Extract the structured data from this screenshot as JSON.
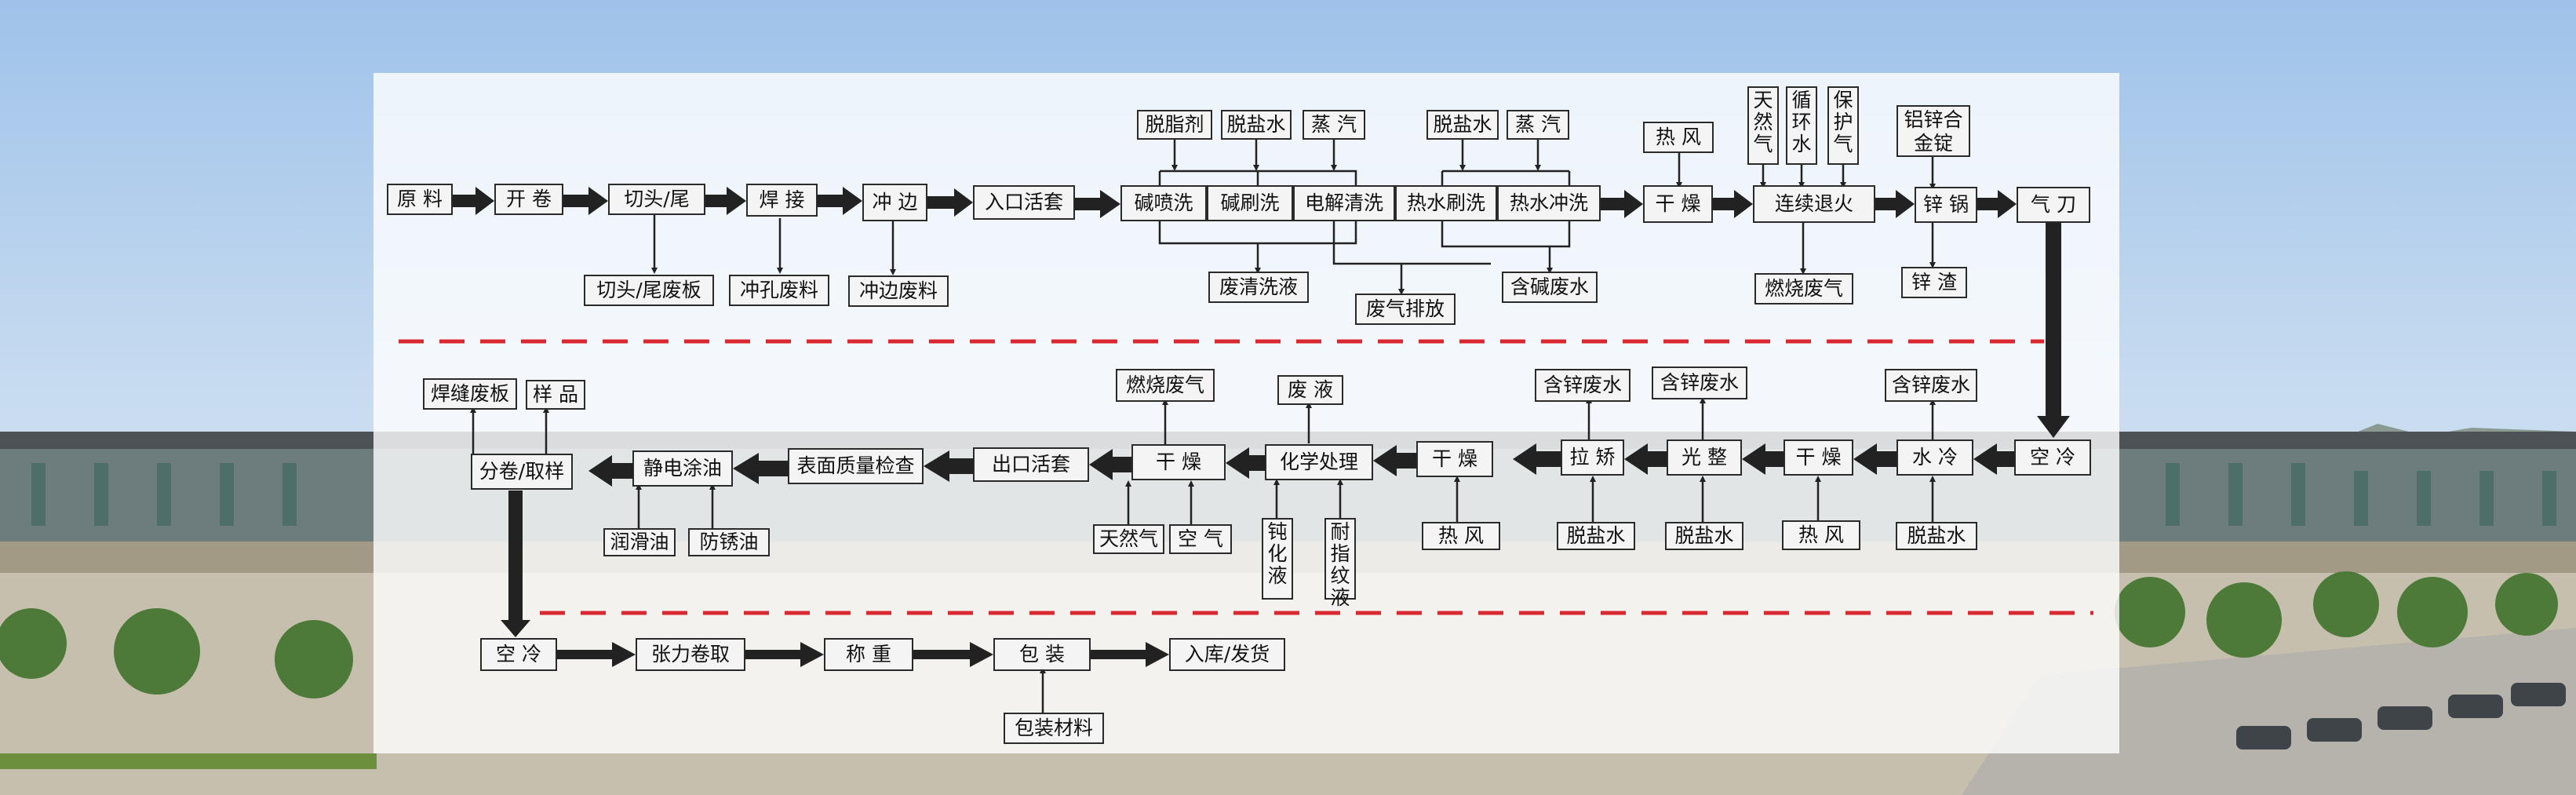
{
  "colors": {
    "flow_arrow": "#2a2a2a",
    "divider": "#d9282f",
    "panel": "#ffffff",
    "sky": "#bcd6ee"
  },
  "row1": {
    "raw": "原 料",
    "uncoil": "开 卷",
    "cut": "切头/尾",
    "weld": "焊 接",
    "punch": "冲 边",
    "entry_loop": "入口活套",
    "alk_spray": "碱喷洗",
    "alk_brush": "碱刷洗",
    "electro": "电解清洗",
    "hot_brush": "热水刷洗",
    "hot_rinse": "热水冲洗",
    "dry": "干 燥",
    "anneal": "连续退火",
    "zinc_pot": "锌 锅",
    "air_knife": "气 刀"
  },
  "row1_inputs": {
    "degreaser": "脱脂剂",
    "demin1": "脱盐水",
    "steam1": "蒸 汽",
    "demin2": "脱盐水",
    "steam2": "蒸 汽",
    "hot_air": "热 风",
    "natural_gas": "天然气",
    "circ_water": "循环水",
    "protect_gas": "保护气",
    "al_zn_ingot": "铝锌合金锭"
  },
  "row1_outputs": {
    "cut_scrap": "切头/尾废板",
    "punch_scrap": "冲孔废料",
    "edge_scrap": "冲边废料",
    "waste_clean": "废清洗液",
    "exhaust": "废气排放",
    "alk_water": "含碱废水",
    "flue_gas": "燃烧废气",
    "dross": "锌 渣"
  },
  "row2": {
    "air_cool": "空 冷",
    "water_cool": "水 冷",
    "dry1": "干 燥",
    "skin_pass": "光 整",
    "tension_level": "拉 矫",
    "dry2": "干 燥",
    "chem": "化学处理",
    "dry3": "干 燥",
    "exit_loop": "出口活套",
    "inspect": "表面质量检查",
    "oil": "静电涂油",
    "recoil": "分卷/取样"
  },
  "row2_inputs": {
    "demin_wc": "脱盐水",
    "hot_air1": "热 风",
    "demin_sp": "脱盐水",
    "demin_tl": "脱盐水",
    "hot_air2": "热 风",
    "passivation": "钝化液",
    "anti_fp": "耐指纹液",
    "natural_gas": "天然气",
    "air": "空 气",
    "lube_oil": "润滑油",
    "rust_oil": "防锈油"
  },
  "row2_outputs": {
    "zn_water1": "含锌废水",
    "zn_water2": "含锌废水",
    "zn_water3": "含锌废水",
    "waste_liquid": "废 液",
    "flue_gas": "燃烧废气",
    "weld_scrap": "焊缝废板",
    "sample": "样 品"
  },
  "row3": {
    "air_cool": "空 冷",
    "tension_reel": "张力卷取",
    "weigh": "称 重",
    "pack": "包 装",
    "store": "入库/发货",
    "pack_material": "包装材料"
  }
}
